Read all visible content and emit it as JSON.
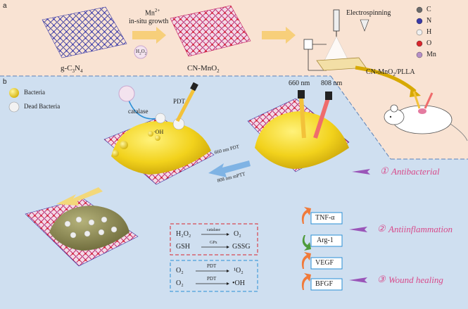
{
  "panel_a": {
    "letter": "a",
    "gcn_label": "g-C",
    "gcn_sub": "3",
    "gcn_tail": "N",
    "gcn_sub2": "4",
    "arrow_top": "Mn",
    "arrow_top_sup": "2+",
    "arrow_mid": "in-situ growth",
    "h2o2": "H",
    "cnmno2_label": "CN-MnO",
    "cnmno2_sub": "2",
    "electrospinning": "Electrospinning",
    "composite_label": "CN-MnO",
    "composite_sub": "2",
    "composite_tail": "/PLLA",
    "legend": [
      {
        "name": "C",
        "color": "#6b6b6b"
      },
      {
        "name": "N",
        "color": "#3a3aa8"
      },
      {
        "name": "H",
        "color": "#f0f0f0"
      },
      {
        "name": "O",
        "color": "#d9262c"
      },
      {
        "name": "Mn",
        "color": "#b68fc7"
      }
    ]
  },
  "panel_b": {
    "letter": "b",
    "legend_bacteria": "Bacteria",
    "legend_dead": "Dead Bacteria",
    "catalase": "catalase",
    "pdt": "PDT",
    "oh": "·OH",
    "wl_660": "660 nm",
    "wl_808": "808 nm",
    "arrow_660": "660 nm   PDT",
    "arrow_808": "808 nm   mPTT",
    "antibacterial_num": "①",
    "antibacterial": "Antibacterial",
    "antiinflammation_num": "②",
    "antiinflammation": "Antiinflammation",
    "wound_num": "③",
    "wound": "Wound healing",
    "markers": [
      "TNF-α",
      "Arg-1",
      "VEGF",
      "BFGF"
    ],
    "reactions_red": [
      {
        "left": "H₂O₂",
        "cond": "catalase",
        "right": "O₂"
      },
      {
        "left": "GSH",
        "cond": "GPx",
        "right": "GSSG"
      }
    ],
    "reactions_blue": [
      {
        "left": "O₂",
        "cond": "PDT",
        "right": "¹O₂"
      },
      {
        "left": "O₂",
        "cond": "PDT",
        "right": "•OH"
      }
    ]
  }
}
